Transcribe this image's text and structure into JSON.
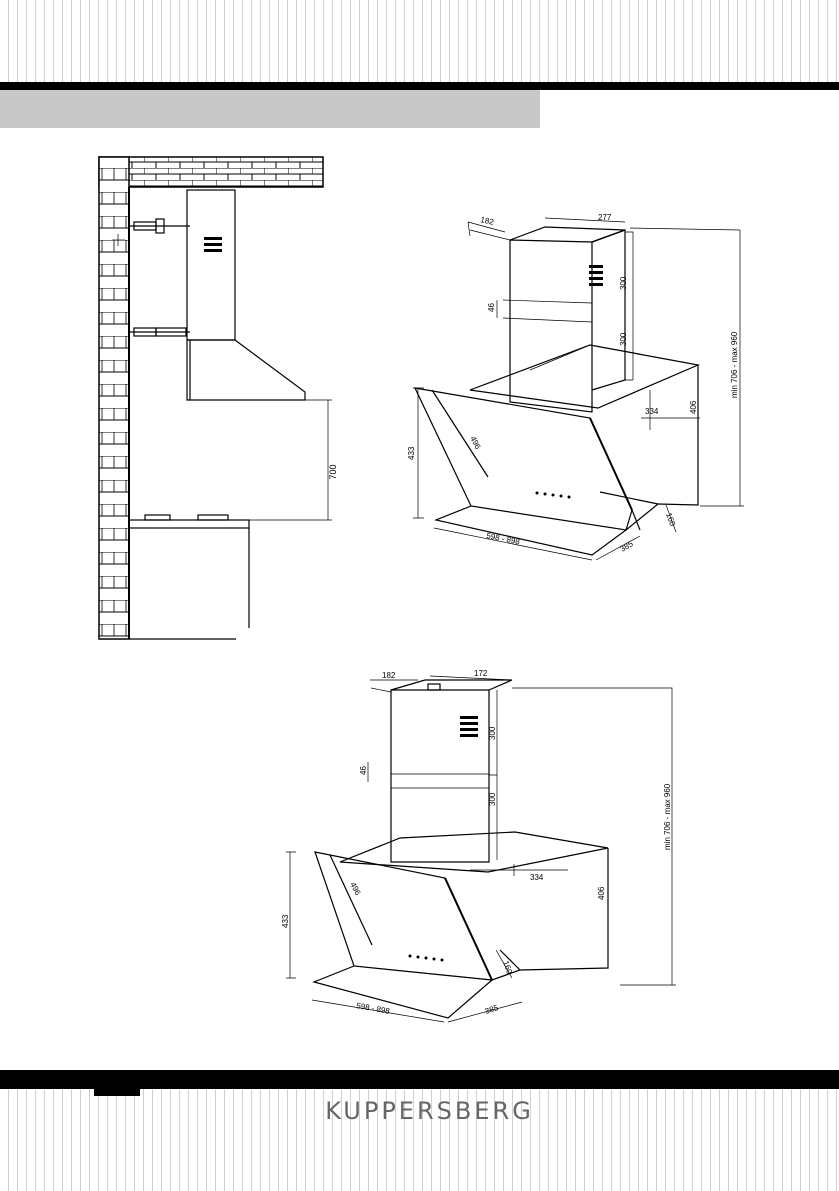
{
  "brand": "KUPPERSBERG",
  "figure1": {
    "height_700": "700"
  },
  "figure2": {
    "d182": "182",
    "d277": "277",
    "d300a": "300",
    "d46": "46",
    "d300b": "300",
    "dmin": "min 706 - max 960",
    "d334": "334",
    "d406": "406",
    "d433": "433",
    "d496": "496",
    "d160": "160",
    "d598": "598 - 898",
    "d385": "385"
  },
  "figure3": {
    "d182": "182",
    "d172": "172",
    "d300a": "300",
    "d46": "46",
    "d300b": "300",
    "dmin": "min 706 - max 960",
    "d334": "334",
    "d406": "406",
    "d433": "433",
    "d496": "496",
    "d160": "160",
    "d598": "598 - 898",
    "d385": "385"
  }
}
